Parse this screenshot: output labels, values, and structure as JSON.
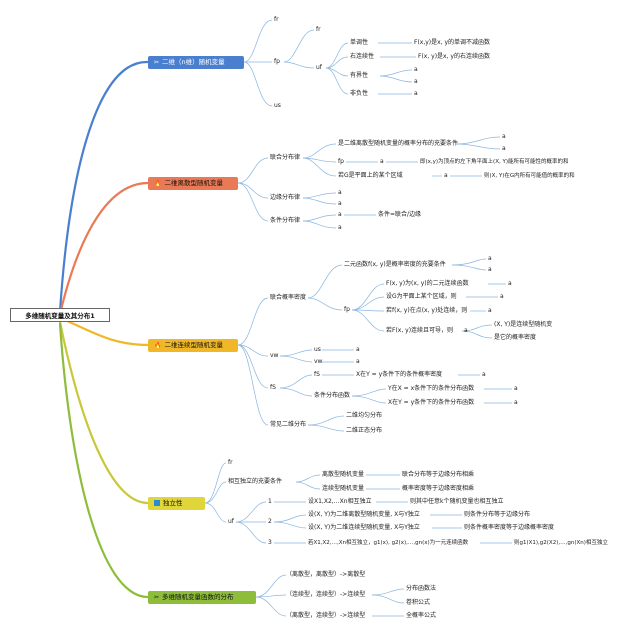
{
  "root": "多维随机变量及其分布1",
  "colors": {
    "blue": "#4a7fd0",
    "orange": "#ea7a55",
    "yellow": "#f0b828",
    "olive": "#c8c83a",
    "green": "#8dbd3a",
    "thin": "#8ab5e0"
  },
  "branches": {
    "b1": {
      "title": "二维（n维）随机变量",
      "icon": "tools-icon",
      "fr": "fr",
      "fp": "fp",
      "us": "us",
      "fr2": "fr",
      "uf": "uf",
      "mono": "单调性",
      "mono_d": "F(x,y)是x, y的单调不减函数",
      "rc": "右连续性",
      "rc_d": "F(x, y)是x, y的右连续函数",
      "bd": "有界性",
      "a1": "a",
      "a2": "a",
      "nn": "非负性",
      "a3": "a"
    },
    "b2": {
      "title": "二维离散型随机变量",
      "icon": "fire-icon",
      "joint": "联合分布律",
      "cond_txt": "是二维离散型随机变量的概率分布的充要条件",
      "a1": "a",
      "a2": "a",
      "fp": "fp",
      "a3": "a",
      "r1": "即(x,y)为顶点的左下角平面上(X, Y)能所有可能性的概率的和",
      "g": "若G是平面上的某个区域",
      "a4": "a",
      "r2": "则(X, Y)在G内所有可能值的概率的和",
      "marg": "边缘分布律",
      "a5": "a",
      "a6": "a",
      "cond": "条件分布律",
      "a7": "a",
      "a8": "a",
      "cond_r": "条件=联合/边缘"
    },
    "b3": {
      "title": "二维连续型随机变量",
      "icon": "fire-icon",
      "jd": "联合概率密度",
      "s1": "二元函数f(x, y)是概率密度的充要条件",
      "a1": "a",
      "a2": "a",
      "fp": "fp",
      "f1": "F(x, y)为(x, y)的二元连续函数",
      "a3": "a",
      "f2": "设G为平面上某个区域，则",
      "a4": "a",
      "f3": "若f(x, y)在点(x, y)处连续，则",
      "a5": "a",
      "f4": "若F(x, y)连续且可导，则",
      "a6": "a",
      "f4r1": "(X, Y)是连续型随机变",
      "f4r2": "是它的概率密度",
      "vw": "vw",
      "us": "us",
      "a7": "a",
      "vw2": "vw",
      "a8": "a",
      "fs": "fS",
      "fs2": "fS",
      "xy": "X在Y = y条件下的条件概率密度",
      "a9": "a",
      "cdf": "条件分布函数",
      "c1": "Y在X = x条件下的条件分布函数",
      "a10": "a",
      "c2": "X在Y = y条件下的条件分布函数",
      "a11": "a",
      "common": "常见二维分布",
      "u": "二维均匀分布",
      "n": "二维正态分布"
    },
    "b4": {
      "title": "独立性",
      "icon": "square-icon",
      "fr": "fr",
      "nec": "相互独立的充要条件",
      "d1": "离散型随机变量",
      "d1r": "联合分布等于边缘分布相乘",
      "d2": "连续型随机变量",
      "d2r": "概率密度等于边缘密度相乘",
      "uf": "uf",
      "n1": "1",
      "t1": "设X1,X2,…Xn相互独立",
      "t1r": "则其中任意k个随机变量也相互独立",
      "n2": "2",
      "t2": "设(X, Y)为二维离散型随机变量, X与Y独立",
      "t2r": "则条件分布等于边缘分布",
      "t3": "设(X, Y)为二维连续型随机变量, X与Y独立",
      "t3r": "则条件概率密度等于边缘概率密度",
      "n3": "3",
      "t4": "若X1,X2,…,Xn相互独立，g1(x), g2(x),…,gn(x)为一元连续函数",
      "t4r": "则g1(X1),g2(X2),…,gn(Xn)相互独立"
    },
    "b5": {
      "title": "多维随机变量函数的分布",
      "icon": "tools-icon",
      "l1": "（离散型，离散型）->离散型",
      "l2": "（连续型，连续型）->连续型",
      "l2a": "分布函数法",
      "l2b": "卷积公式",
      "l3": "（离散型，连续型）->连续型",
      "l3a": "全概率公式"
    }
  }
}
